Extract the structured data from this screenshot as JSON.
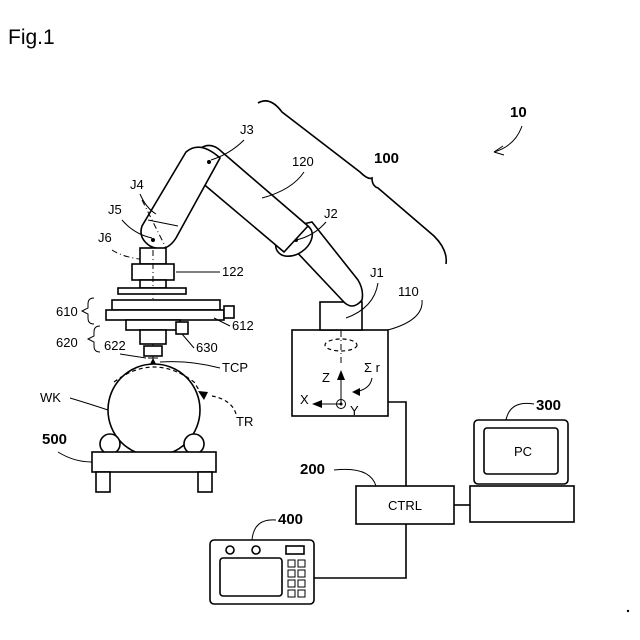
{
  "figure_title": "Fig.1",
  "labels": {
    "system": "10",
    "robot": "100",
    "base": "110",
    "arm": "120",
    "flange": "122",
    "j1": "J1",
    "j2": "J2",
    "j3": "J3",
    "j4": "J4",
    "j5": "J5",
    "j6": "J6",
    "tool_610": "610",
    "tool_612": "612",
    "tool_620": "620",
    "tool_622": "622",
    "tool_630": "630",
    "tcp": "TCP",
    "workpiece": "WK",
    "trajectory": "TR",
    "stand": "500",
    "controller_ref": "200",
    "pc_ref": "300",
    "teach_pendant_ref": "400",
    "axis_z": "Z",
    "axis_x": "X",
    "axis_y": "Y",
    "coord_sys": "Σ r"
  },
  "boxes": {
    "controller": "CTRL",
    "pc": "PC"
  }
}
